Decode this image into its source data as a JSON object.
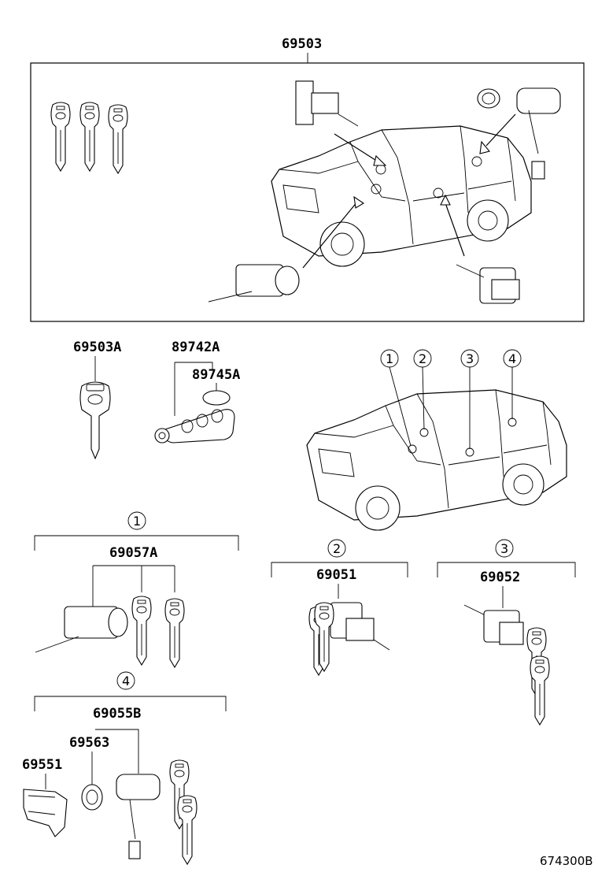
{
  "top_group": {
    "part_number": "69503"
  },
  "parts": {
    "key_69503A": "69503A",
    "transmitter_89742A": "89742A",
    "battery_89745A": "89745A"
  },
  "locations": {
    "marker_1": "1",
    "marker_2": "2",
    "marker_3": "3",
    "marker_4": "4"
  },
  "groups": {
    "group_1": {
      "marker": "1",
      "part_number": "69057A"
    },
    "group_2": {
      "marker": "2",
      "part_number": "69051"
    },
    "group_3": {
      "marker": "3",
      "part_number": "69052"
    },
    "group_4": {
      "marker": "4",
      "part_number": "69055B",
      "sub_parts": [
        "69563",
        "69551"
      ]
    }
  },
  "diagram_code": "674300B"
}
